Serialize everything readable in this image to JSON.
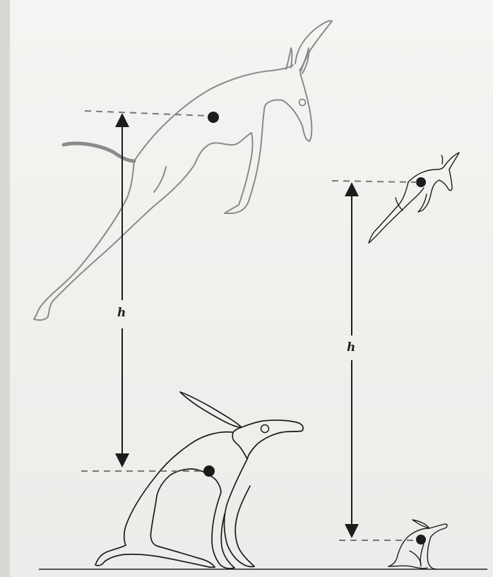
{
  "figure": {
    "labels": {
      "height_left": "h",
      "height_right": "h"
    },
    "colors": {
      "paper": "#f1f1ef",
      "ink": "#1c1c1c",
      "faded_ink": "#8a8a8a",
      "dash": "#777777"
    },
    "icons": [
      "large-antelope-icon",
      "small-antelope-icon",
      "center-of-mass-dot"
    ]
  }
}
